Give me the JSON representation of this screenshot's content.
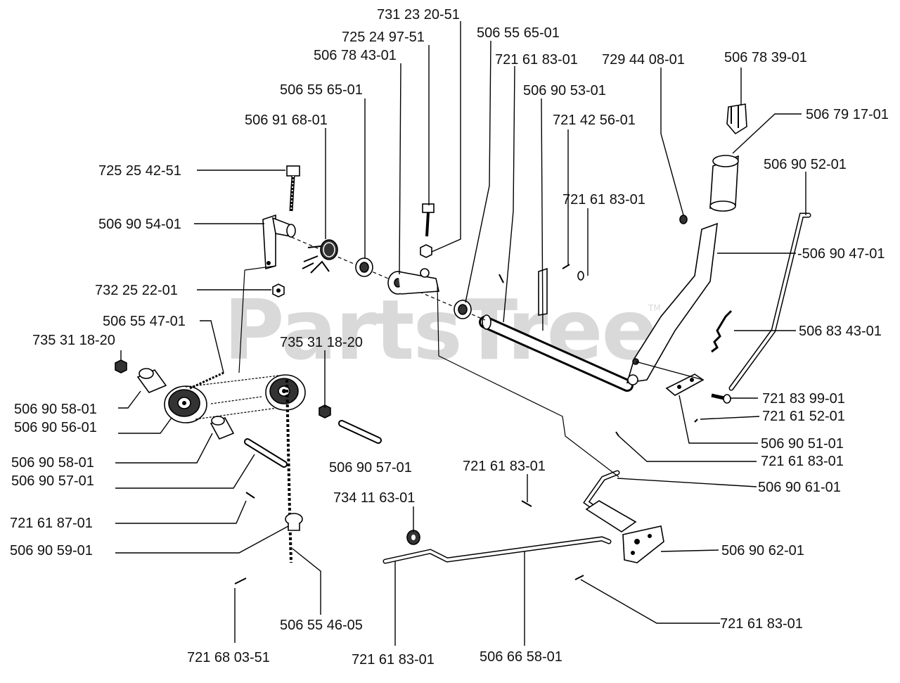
{
  "watermark": {
    "text": "PartsTree",
    "tm": "TM"
  },
  "labels": [
    "731 23 20-51",
    "725 24 97-51",
    "506 78 43-01",
    "506 55 65-01",
    "506 91 68-01",
    "725 25 42-51",
    "506 90 54-01",
    "732 25 22-01",
    "506 55 47-01",
    "735 31 18-20",
    "506 90 58-01",
    "506 90 56-01",
    "506 90 58-01",
    "506 90 57-01",
    "721 61 87-01",
    "506 90 59-01",
    "721 68 03-51",
    "506 55 46-05",
    "735 31 18-20",
    "506 90 57-01",
    "734 11 63-01",
    "721 61 83-01",
    "506 66 58-01",
    "506 55 65-01",
    "721 61 83-01",
    "506 90 53-01",
    "721 42 56-01",
    "721 61 83-01",
    "729 44 08-01",
    "506 78 39-01",
    "506 79 17-01",
    "506 90 52-01",
    "-506 90 47-01",
    "506 83 43-01",
    "721 83 99-01",
    "721 61 52-01",
    "506 90 51-01",
    "721 61 83-01",
    "506 90 61-01",
    "721 61 83-01",
    "506 90 62-01",
    "721 61 83-01"
  ]
}
